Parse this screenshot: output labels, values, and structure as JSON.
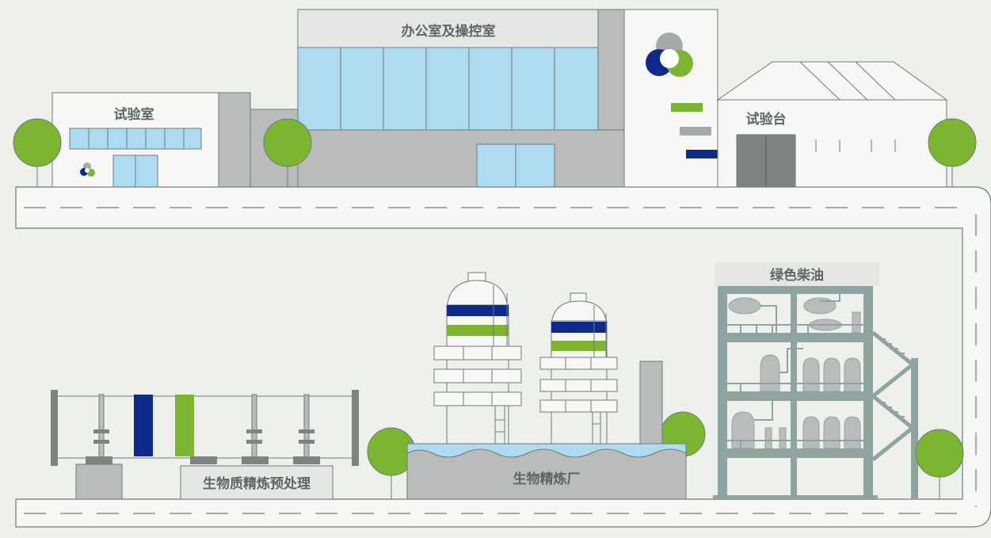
{
  "labels": {
    "office": "办公室及操控室",
    "lab": "试验室",
    "test_bench": "试验台",
    "green_diesel": "绿色柴油",
    "biorefinery": "生物精炼厂",
    "pretreatment": "生物质精炼预处理"
  },
  "colors": {
    "background": "#eef0ec",
    "building": "#f7f8f6",
    "outline": "#6f7a78",
    "glass": "#aedaf2",
    "grey": "#b9bcbb",
    "dark_grey": "#7e8482",
    "steel": "#8fa3a0",
    "green": "#7cb52f",
    "navy": "#0d2a8c",
    "tree": "#7cb52f"
  }
}
